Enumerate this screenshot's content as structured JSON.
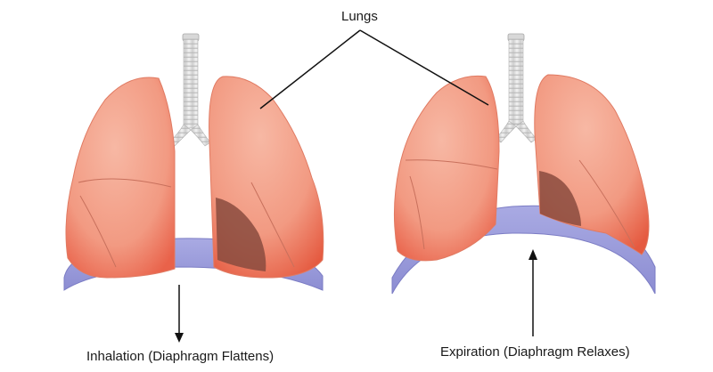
{
  "labels": {
    "lungs": "Lungs",
    "inhalation": "Inhalation (Diaphragm Flattens)",
    "expiration": "Expiration (Diaphragm Relaxes)"
  },
  "colors": {
    "lung_fill": "#f4a08a",
    "lung_dark": "#e9624a",
    "lung_shadow": "#8a4b3e",
    "diaphragm": "#9a9bd9",
    "diaphragm_edge": "#7b7cc4",
    "trachea": "#e6e6e6",
    "line": "#111111"
  }
}
